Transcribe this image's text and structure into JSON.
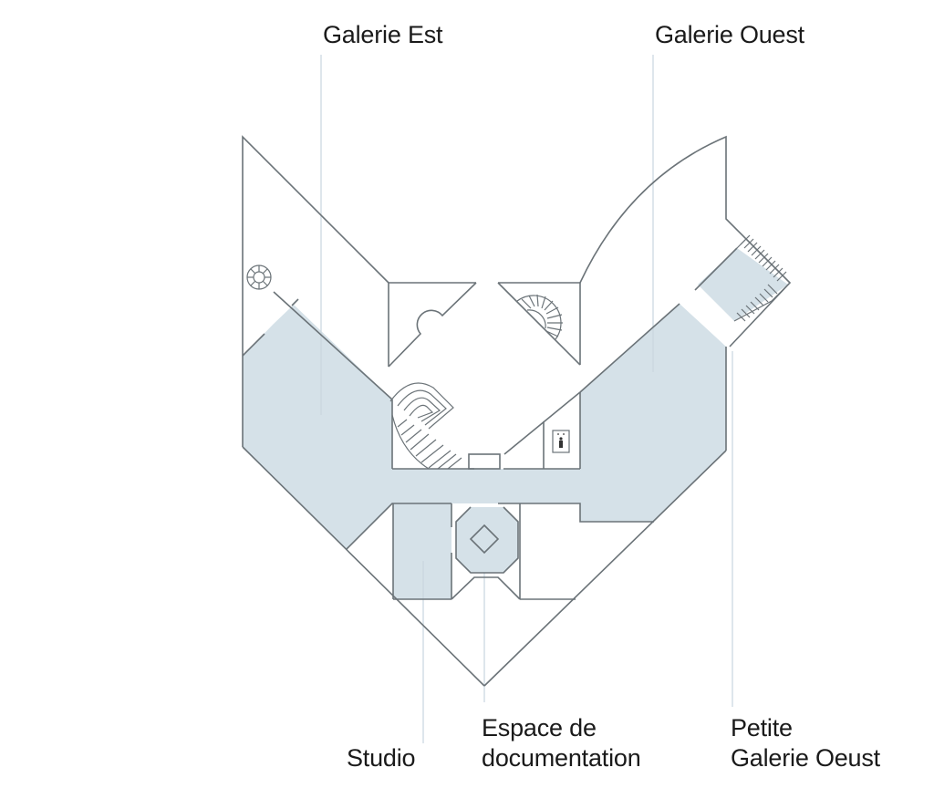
{
  "map": {
    "type": "museum floor plan",
    "colors": {
      "highlight_fill": "#d5e1e8",
      "wall_stroke": "#6b7378",
      "leader_line": "#c9d6df",
      "label_text": "#1a1a1a",
      "background": "#ffffff"
    },
    "labels": {
      "galerie_est": "Galerie Est",
      "galerie_ouest": "Galerie Ouest",
      "studio": "Studio",
      "espace_line1": "Espace de",
      "espace_line2": "documentation",
      "petite_line1": "Petite",
      "petite_line2": "Galerie Oeust"
    },
    "icons": {
      "restroom": "restroom-icon",
      "spiral_stairs": "spiral-staircase-icon",
      "stairs": "staircase-icon"
    }
  }
}
